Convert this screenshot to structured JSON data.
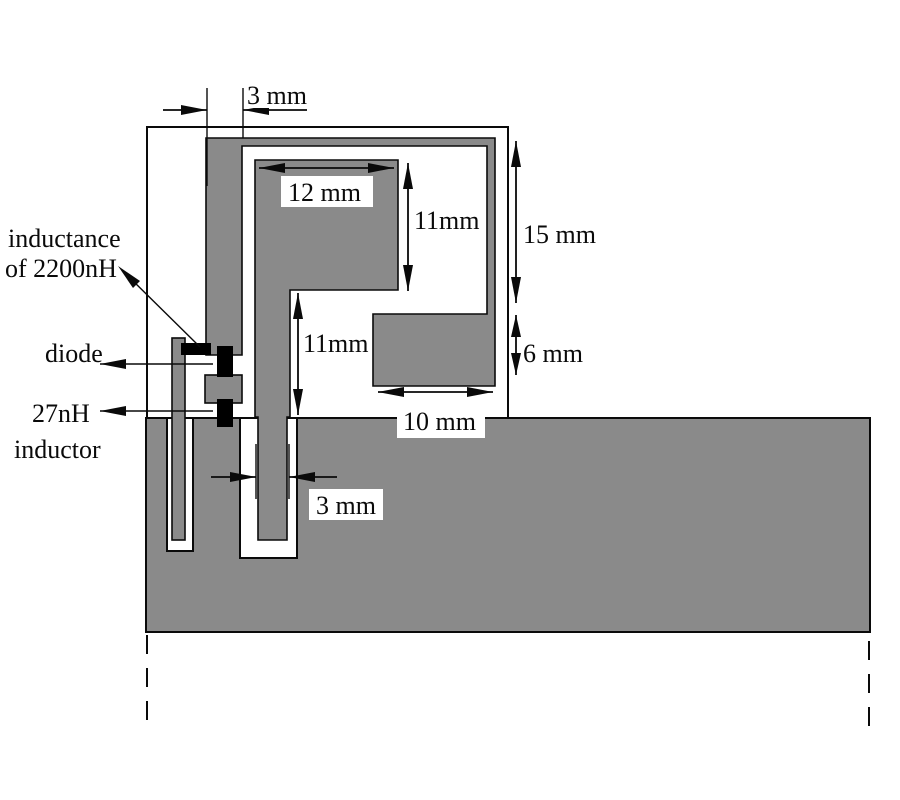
{
  "diagram": {
    "dimensions": {
      "top_strip_width": "3 mm",
      "patch_width": "12 mm",
      "patch_height": "11mm",
      "right_arm_height": "15 mm",
      "right_block_height": "6 mm",
      "feed_height": "11mm",
      "right_block_width": "10 mm",
      "feed_width": "3 mm"
    },
    "annotations": {
      "inductance_line1": "inductance",
      "inductance_line2": "of 2200nH",
      "diode": "diode",
      "inductor_value": "27nH",
      "inductor_word": "inductor"
    }
  },
  "colors": {
    "metal": "#8a8a8a",
    "outline": "#0a0a0a",
    "component": "#000000",
    "background": "#ffffff"
  }
}
